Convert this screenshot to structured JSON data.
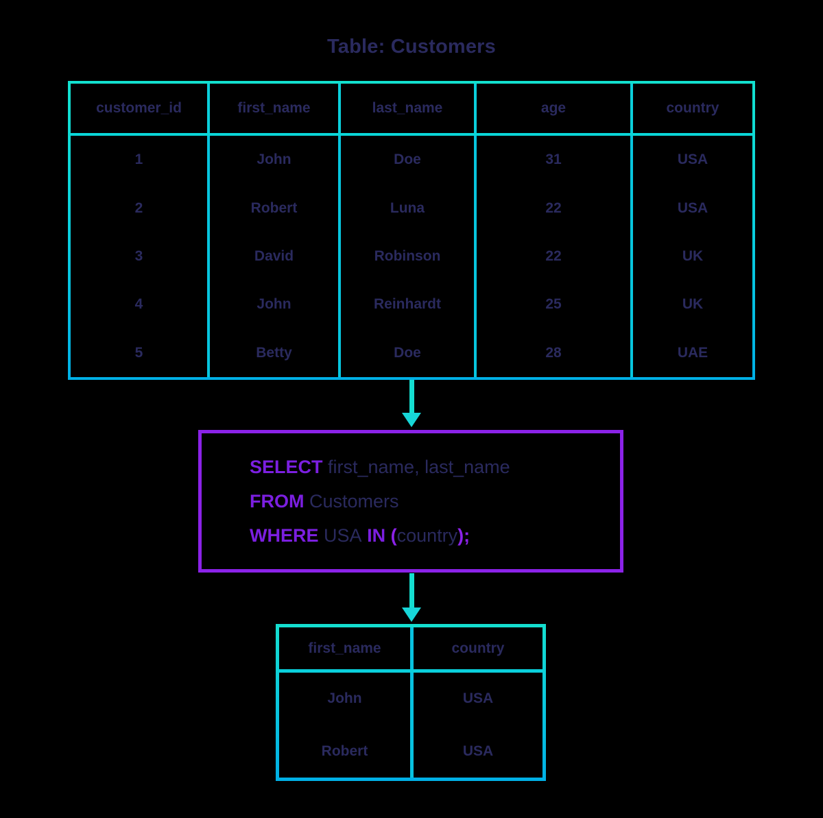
{
  "title": "Table: Customers",
  "colors": {
    "background": "#000000",
    "border_cyan": "#0ad0dc",
    "border_purple": "#8b22e8",
    "text_navy": "#2a2a5e",
    "keyword_purple": "#7b1fe0",
    "arrow_cyan": "#14ded0"
  },
  "source_table": {
    "name": "Customers",
    "columns": [
      "customer_id",
      "first_name",
      "last_name",
      "age",
      "country"
    ],
    "rows": [
      [
        "1",
        "John",
        "Doe",
        "31",
        "USA"
      ],
      [
        "2",
        "Robert",
        "Luna",
        "22",
        "USA"
      ],
      [
        "3",
        "David",
        "Robinson",
        "22",
        "UK"
      ],
      [
        "4",
        "John",
        "Reinhardt",
        "25",
        "UK"
      ],
      [
        "5",
        "Betty",
        "Doe",
        "28",
        "UAE"
      ]
    ]
  },
  "query": {
    "lines": [
      {
        "keyword": "SELECT",
        "rest": " first_name, last_name"
      },
      {
        "keyword": "FROM",
        "rest": " Customers"
      }
    ],
    "where_line": {
      "keyword": "WHERE",
      "value": "USA",
      "operator": "IN",
      "open_paren": "(",
      "column": "country",
      "close_paren": ");"
    },
    "full_text": "SELECT first_name, last_name FROM Customers WHERE USA IN (country);"
  },
  "result_table": {
    "columns": [
      "first_name",
      "country"
    ],
    "rows": [
      [
        "John",
        "USA"
      ],
      [
        "Robert",
        "USA"
      ]
    ]
  },
  "arrows": [
    {
      "name": "table-to-query",
      "direction": "down"
    },
    {
      "name": "query-to-result",
      "direction": "down"
    }
  ]
}
